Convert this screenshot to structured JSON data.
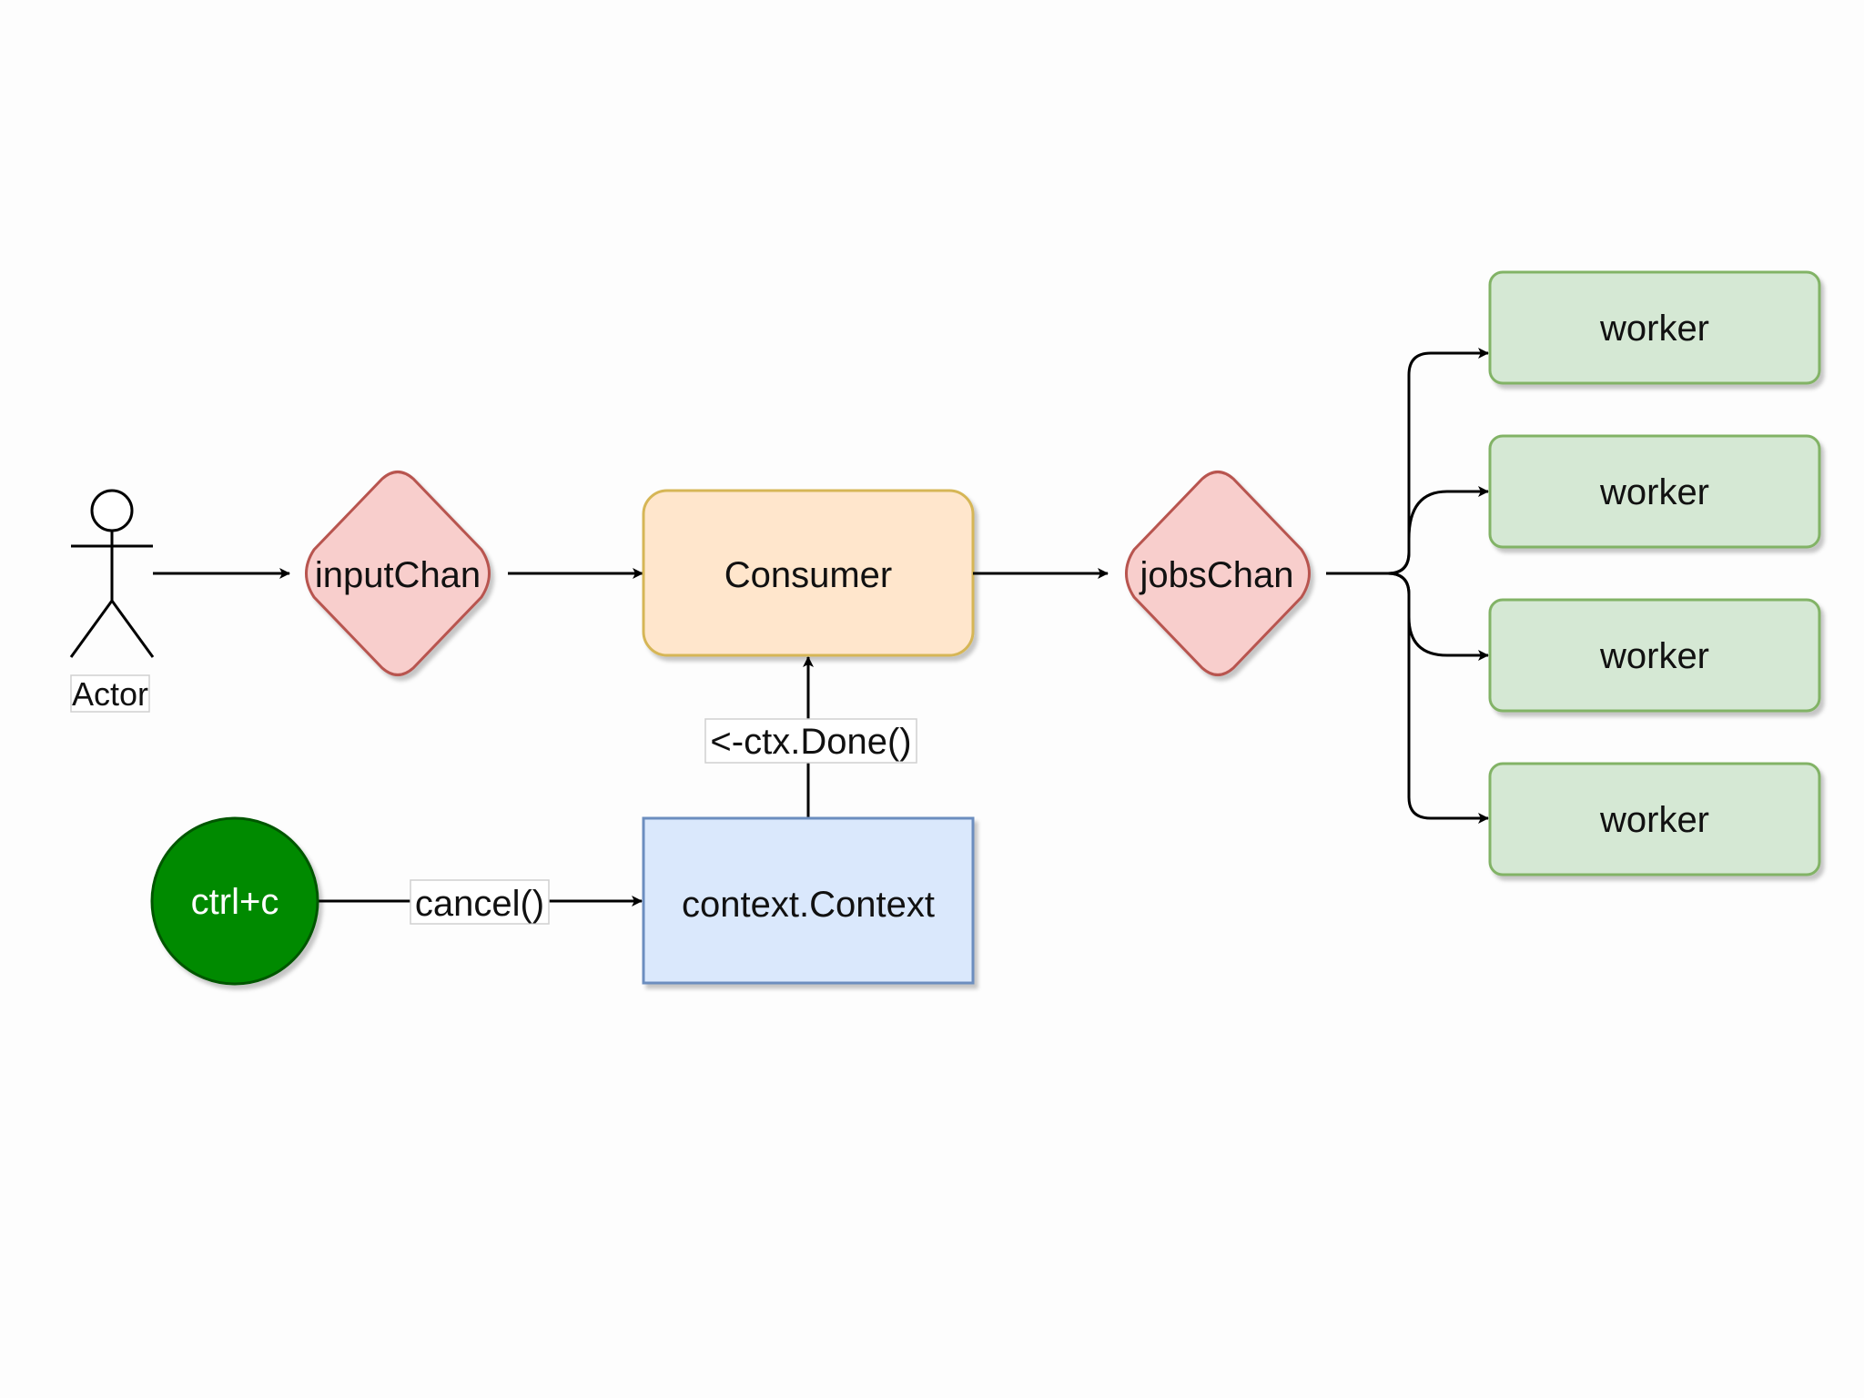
{
  "actor": {
    "label": "Actor"
  },
  "nodes": {
    "input_chan": "inputChan",
    "consumer": "Consumer",
    "jobs_chan": "jobsChan",
    "context": "context.Context",
    "ctrl_c": "ctrl+c",
    "workers": [
      "worker",
      "worker",
      "worker",
      "worker"
    ]
  },
  "edges": {
    "done_label": "<-ctx.Done()",
    "cancel_label": "cancel()"
  },
  "colors": {
    "diamond_fill": "#f8cecc",
    "diamond_stroke": "#b85450",
    "consumer_fill": "#ffe6cc",
    "consumer_stroke": "#d6b656",
    "context_fill": "#dae8fc",
    "context_stroke": "#6c8ebf",
    "worker_fill": "#d5e8d4",
    "worker_stroke": "#82b366",
    "ctrl_fill": "#008a00",
    "ctrl_stroke": "#005700"
  }
}
